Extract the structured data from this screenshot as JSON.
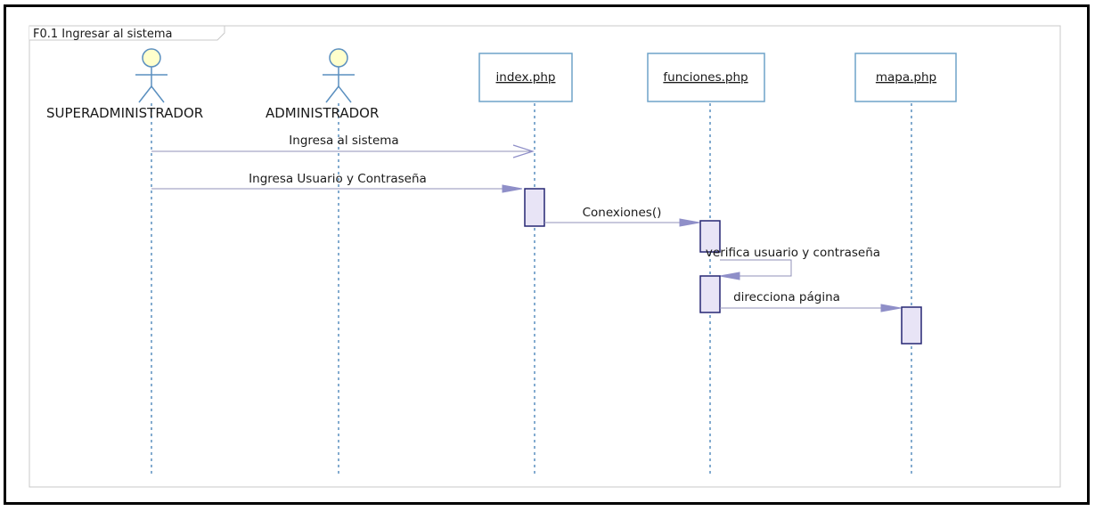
{
  "frame": {
    "title": "F0.1 Ingresar al sistema"
  },
  "actors": [
    {
      "id": "superadmin",
      "name": "SUPERADMINISTRADOR"
    },
    {
      "id": "admin",
      "name": "ADMINISTRADOR"
    }
  ],
  "objects": [
    {
      "id": "index",
      "name": "index.php"
    },
    {
      "id": "funciones",
      "name": "funciones.php"
    },
    {
      "id": "mapa",
      "name": "mapa.php"
    }
  ],
  "messages": [
    {
      "label": "Ingresa al sistema",
      "from": "superadmin",
      "to": "index",
      "kind": "async"
    },
    {
      "label": "Ingresa Usuario y Contraseña",
      "from": "superadmin",
      "to": "index",
      "kind": "sync"
    },
    {
      "label": "Conexiones()",
      "from": "index",
      "to": "funciones",
      "kind": "sync"
    },
    {
      "label": "verifica usuario y contraseña",
      "from": "funciones",
      "to": "funciones",
      "kind": "self"
    },
    {
      "label": "direcciona página",
      "from": "funciones",
      "to": "mapa",
      "kind": "sync"
    }
  ],
  "colors": {
    "actor_fill": "#ffffcc",
    "actor_stroke": "#5a8fbf",
    "lifeline": "#5a8fbf",
    "object_stroke": "#6fa3c9",
    "activation_fill": "#e8e4f6",
    "activation_stroke": "#262673",
    "arrow_head": "#8f8fc8",
    "message_line": "#9090b8"
  }
}
